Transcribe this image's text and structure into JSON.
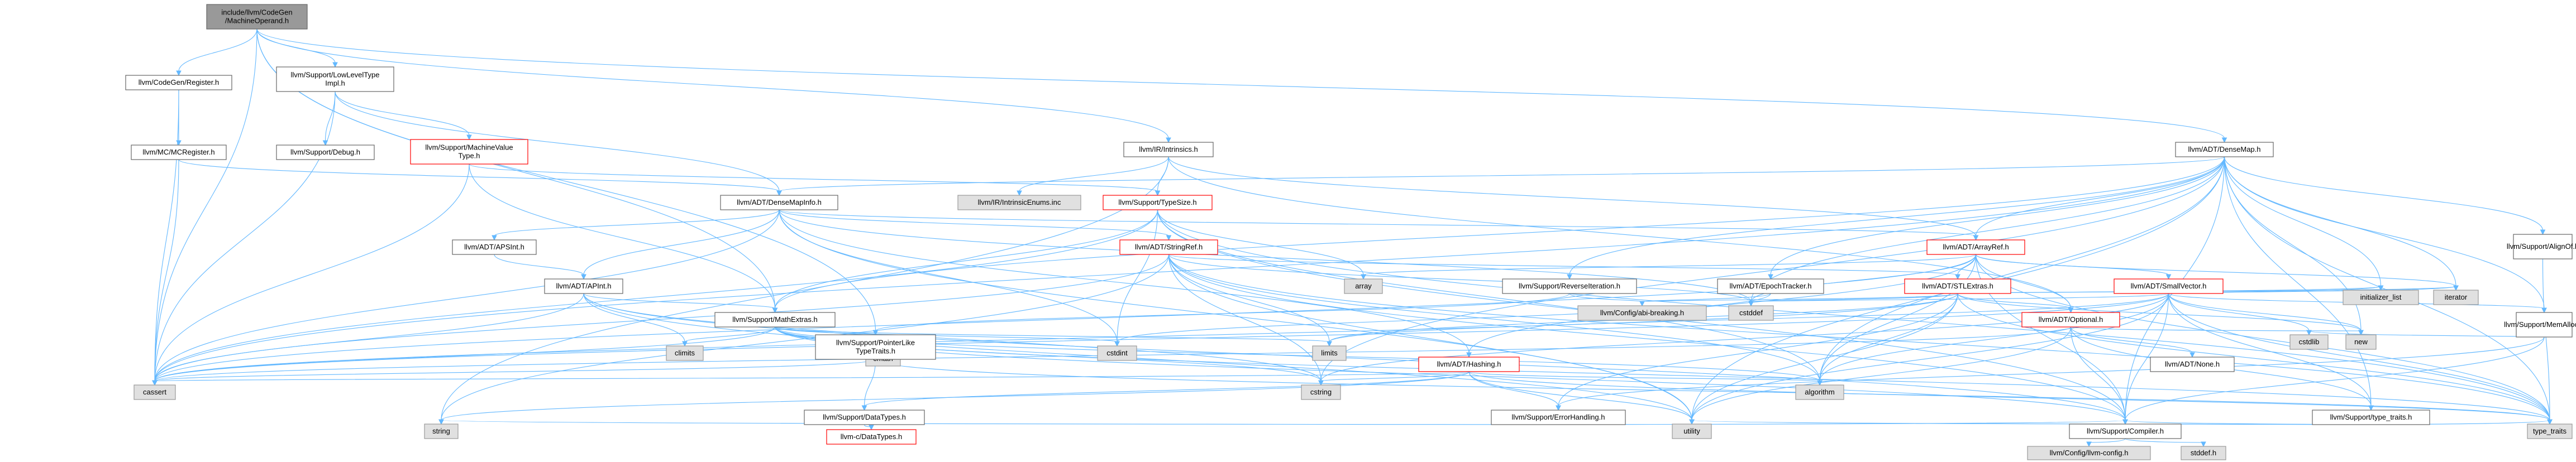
{
  "colors": {
    "root_fill": "#999999",
    "root_stroke": "#666666",
    "normal_fill": "#ffffff",
    "normal_stroke": "#666666",
    "truncated_fill": "#ffffff",
    "truncated_stroke": "#ff0000",
    "system_fill": "#e0e0e0",
    "system_stroke": "#999999",
    "edge": "#63b8ff"
  },
  "nodes": [
    {
      "id": "root",
      "kind": "root",
      "lines": [
        "include/llvm/CodeGen",
        "/MachineOperand.h"
      ]
    },
    {
      "id": "codegenreg",
      "kind": "normal",
      "lines": [
        "llvm/CodeGen/Register.h"
      ]
    },
    {
      "id": "lowlevel",
      "kind": "normal",
      "lines": [
        "llvm/Support/LowLevelType",
        "Impl.h"
      ]
    },
    {
      "id": "intrinsics",
      "kind": "normal",
      "lines": [
        "llvm/IR/Intrinsics.h"
      ]
    },
    {
      "id": "densemap",
      "kind": "normal",
      "lines": [
        "llvm/ADT/DenseMap.h"
      ]
    },
    {
      "id": "mcreg",
      "kind": "normal",
      "lines": [
        "llvm/MC/MCRegister.h"
      ]
    },
    {
      "id": "debug",
      "kind": "normal",
      "lines": [
        "llvm/Support/Debug.h"
      ]
    },
    {
      "id": "mvt",
      "kind": "truncated",
      "lines": [
        "llvm/Support/MachineValue",
        "Type.h"
      ]
    },
    {
      "id": "densemapinfo",
      "kind": "normal",
      "lines": [
        "llvm/ADT/DenseMapInfo.h"
      ]
    },
    {
      "id": "intrinsicsenums",
      "kind": "system",
      "lines": [
        "llvm/IR/IntrinsicEnums.inc"
      ]
    },
    {
      "id": "typesize",
      "kind": "truncated",
      "lines": [
        "llvm/Support/TypeSize.h"
      ]
    },
    {
      "id": "alignof",
      "kind": "normal",
      "lines": [
        "llvm/Support/AlignOf.h"
      ]
    },
    {
      "id": "apsint",
      "kind": "normal",
      "lines": [
        "llvm/ADT/APSInt.h"
      ]
    },
    {
      "id": "stringref",
      "kind": "truncated",
      "lines": [
        "llvm/ADT/StringRef.h"
      ]
    },
    {
      "id": "arrayref",
      "kind": "truncated",
      "lines": [
        "llvm/ADT/ArrayRef.h"
      ]
    },
    {
      "id": "apint",
      "kind": "normal",
      "lines": [
        "llvm/ADT/APInt.h"
      ]
    },
    {
      "id": "array",
      "kind": "system",
      "lines": [
        "array"
      ]
    },
    {
      "id": "reviter",
      "kind": "normal",
      "lines": [
        "llvm/Support/ReverseIteration.h"
      ]
    },
    {
      "id": "epoch",
      "kind": "normal",
      "lines": [
        "llvm/ADT/EpochTracker.h"
      ]
    },
    {
      "id": "stlextras",
      "kind": "truncated",
      "lines": [
        "llvm/ADT/STLExtras.h"
      ]
    },
    {
      "id": "smallvector",
      "kind": "truncated",
      "lines": [
        "llvm/ADT/SmallVector.h"
      ]
    },
    {
      "id": "initlist",
      "kind": "system",
      "lines": [
        "initializer_list"
      ]
    },
    {
      "id": "iterator",
      "kind": "system",
      "lines": [
        "iterator"
      ]
    },
    {
      "id": "cstddef",
      "kind": "system",
      "lines": [
        "cstddef"
      ]
    },
    {
      "id": "abibreak",
      "kind": "system",
      "lines": [
        "llvm/Config/abi-breaking.h"
      ]
    },
    {
      "id": "mathextras",
      "kind": "normal",
      "lines": [
        "llvm/Support/MathExtras.h"
      ]
    },
    {
      "id": "optional",
      "kind": "truncated",
      "lines": [
        "llvm/ADT/Optional.h"
      ]
    },
    {
      "id": "memalloc",
      "kind": "normal",
      "lines": [
        "llvm/Support/MemAlloc.h"
      ]
    },
    {
      "id": "new",
      "kind": "system",
      "lines": [
        "new"
      ]
    },
    {
      "id": "cstdlib",
      "kind": "system",
      "lines": [
        "cstdlib"
      ]
    },
    {
      "id": "climits",
      "kind": "system",
      "lines": [
        "climits"
      ]
    },
    {
      "id": "cmath",
      "kind": "system",
      "lines": [
        "cmath"
      ]
    },
    {
      "id": "cstdint",
      "kind": "system",
      "lines": [
        "cstdint"
      ]
    },
    {
      "id": "limits",
      "kind": "system",
      "lines": [
        "limits"
      ]
    },
    {
      "id": "ptrlike",
      "kind": "normal",
      "lines": [
        "llvm/Support/PointerLike",
        "TypeTraits.h"
      ]
    },
    {
      "id": "hashing",
      "kind": "truncated",
      "lines": [
        "llvm/ADT/Hashing.h"
      ]
    },
    {
      "id": "nonetype",
      "kind": "normal",
      "lines": [
        "llvm/ADT/None.h"
      ]
    },
    {
      "id": "cassert",
      "kind": "system",
      "lines": [
        "cassert"
      ]
    },
    {
      "id": "datatypes",
      "kind": "normal",
      "lines": [
        "llvm/Support/DataTypes.h"
      ]
    },
    {
      "id": "cstring",
      "kind": "system",
      "lines": [
        "cstring"
      ]
    },
    {
      "id": "algorithm",
      "kind": "system",
      "lines": [
        "algorithm"
      ]
    },
    {
      "id": "errorhandling",
      "kind": "normal",
      "lines": [
        "llvm/Support/ErrorHandling.h"
      ]
    },
    {
      "id": "typetraits_llvm",
      "kind": "normal",
      "lines": [
        "llvm/Support/type_traits.h"
      ]
    },
    {
      "id": "cdatatypes",
      "kind": "truncated",
      "lines": [
        "llvm-c/DataTypes.h"
      ]
    },
    {
      "id": "string",
      "kind": "system",
      "lines": [
        "string"
      ]
    },
    {
      "id": "utility",
      "kind": "system",
      "lines": [
        "utility"
      ]
    },
    {
      "id": "compiler",
      "kind": "normal",
      "lines": [
        "llvm/Support/Compiler.h"
      ]
    },
    {
      "id": "type_traits",
      "kind": "system",
      "lines": [
        "type_traits"
      ]
    },
    {
      "id": "llvmconfig",
      "kind": "system",
      "lines": [
        "llvm/Config/llvm-config.h"
      ]
    },
    {
      "id": "stddef",
      "kind": "system",
      "lines": [
        "stddef.h"
      ]
    }
  ],
  "edges": [
    [
      "root",
      "codegenreg"
    ],
    [
      "root",
      "lowlevel"
    ],
    [
      "root",
      "intrinsics"
    ],
    [
      "root",
      "densemap"
    ],
    [
      "root",
      "cassert"
    ],
    [
      "root",
      "ptrlike"
    ],
    [
      "root",
      "mathextras"
    ],
    [
      "codegenreg",
      "mcreg"
    ],
    [
      "codegenreg",
      "cassert"
    ],
    [
      "lowlevel",
      "debug"
    ],
    [
      "lowlevel",
      "mvt"
    ],
    [
      "lowlevel",
      "cassert"
    ],
    [
      "lowlevel",
      "densemapinfo"
    ],
    [
      "mcreg",
      "densemapinfo"
    ],
    [
      "mcreg",
      "cassert"
    ],
    [
      "mvt",
      "cassert"
    ],
    [
      "mvt",
      "mathextras"
    ],
    [
      "mvt",
      "typesize"
    ],
    [
      "intrinsics",
      "intrinsicsenums"
    ],
    [
      "intrinsics",
      "typesize"
    ],
    [
      "intrinsics",
      "string"
    ],
    [
      "intrinsics",
      "arrayref"
    ],
    [
      "intrinsics",
      "optional"
    ],
    [
      "densemap",
      "densemapinfo"
    ],
    [
      "densemap",
      "arrayref"
    ],
    [
      "densemap",
      "epoch"
    ],
    [
      "densemap",
      "alignof"
    ],
    [
      "densemap",
      "compiler"
    ],
    [
      "densemap",
      "mathextras"
    ],
    [
      "densemap",
      "memalloc"
    ],
    [
      "densemap",
      "reviter"
    ],
    [
      "densemap",
      "typetraits_llvm"
    ],
    [
      "densemap",
      "algorithm"
    ],
    [
      "densemap",
      "cassert"
    ],
    [
      "densemap",
      "cstddef"
    ],
    [
      "densemap",
      "cstring"
    ],
    [
      "densemap",
      "initlist"
    ],
    [
      "densemap",
      "iterator"
    ],
    [
      "densemap",
      "new"
    ],
    [
      "densemap",
      "type_traits"
    ],
    [
      "densemap",
      "utility"
    ],
    [
      "densemapinfo",
      "apint"
    ],
    [
      "densemapinfo",
      "apsint"
    ],
    [
      "densemapinfo",
      "hashing"
    ],
    [
      "densemapinfo",
      "stringref"
    ],
    [
      "densemapinfo",
      "cassert"
    ],
    [
      "densemapinfo",
      "cstddef"
    ],
    [
      "densemapinfo",
      "cstdint"
    ],
    [
      "densemapinfo",
      "utility"
    ],
    [
      "densemapinfo",
      "arrayref"
    ],
    [
      "typesize",
      "mathextras"
    ],
    [
      "typesize",
      "compiler"
    ],
    [
      "typesize",
      "algorithm"
    ],
    [
      "typesize",
      "array"
    ],
    [
      "typesize",
      "cassert"
    ],
    [
      "typesize",
      "cstdint"
    ],
    [
      "typesize",
      "type_traits"
    ],
    [
      "alignof",
      "type_traits"
    ],
    [
      "apsint",
      "apint"
    ],
    [
      "apint",
      "mathextras"
    ],
    [
      "apint",
      "compiler"
    ],
    [
      "apint",
      "cassert"
    ],
    [
      "apint",
      "climits"
    ],
    [
      "apint",
      "cstring"
    ],
    [
      "apint",
      "utility"
    ],
    [
      "stringref",
      "stlextras"
    ],
    [
      "stringref",
      "compiler"
    ],
    [
      "stringref",
      "algorithm"
    ],
    [
      "stringref",
      "cassert"
    ],
    [
      "stringref",
      "cstddef"
    ],
    [
      "stringref",
      "cstring"
    ],
    [
      "stringref",
      "limits"
    ],
    [
      "stringref",
      "string"
    ],
    [
      "stringref",
      "type_traits"
    ],
    [
      "stringref",
      "utility"
    ],
    [
      "arrayref",
      "hashing"
    ],
    [
      "arrayref",
      "smallvector"
    ],
    [
      "arrayref",
      "stlextras"
    ],
    [
      "arrayref",
      "compiler"
    ],
    [
      "arrayref",
      "algorithm"
    ],
    [
      "arrayref",
      "array"
    ],
    [
      "arrayref",
      "cassert"
    ],
    [
      "arrayref",
      "cstddef"
    ],
    [
      "arrayref",
      "initializer_list"
    ],
    [
      "arrayref",
      "iterator"
    ],
    [
      "arrayref",
      "memory"
    ],
    [
      "arrayref",
      "type_traits"
    ],
    [
      "arrayref",
      "vector"
    ],
    [
      "arrayref",
      "optional"
    ],
    [
      "reviter",
      "abibreak"
    ],
    [
      "reviter",
      "ptrlike"
    ],
    [
      "epoch",
      "abibreak"
    ],
    [
      "epoch",
      "cstdint"
    ],
    [
      "stlextras",
      "optional"
    ],
    [
      "stlextras",
      "abibreak"
    ],
    [
      "stlextras",
      "errorhandling"
    ],
    [
      "stlextras",
      "cassert"
    ],
    [
      "stlextras",
      "iterator"
    ],
    [
      "stlextras",
      "initlist"
    ],
    [
      "stlextras",
      "limits"
    ],
    [
      "stlextras",
      "new"
    ],
    [
      "stlextras",
      "type_traits"
    ],
    [
      "stlextras",
      "utility"
    ],
    [
      "stlextras",
      "algorithm"
    ],
    [
      "stlextras",
      "cstddef"
    ],
    [
      "smallvector",
      "compiler"
    ],
    [
      "smallvector",
      "memalloc"
    ],
    [
      "smallvector",
      "typetraits_llvm"
    ],
    [
      "smallvector",
      "algorithm"
    ],
    [
      "smallvector",
      "cassert"
    ],
    [
      "smallvector",
      "cstddef"
    ],
    [
      "smallvector",
      "cstdlib"
    ],
    [
      "smallvector",
      "cstring"
    ],
    [
      "smallvector",
      "functional"
    ],
    [
      "smallvector",
      "initlist"
    ],
    [
      "smallvector",
      "iterator"
    ],
    [
      "smallvector",
      "limits"
    ],
    [
      "smallvector",
      "new"
    ],
    [
      "smallvector",
      "type_traits"
    ],
    [
      "smallvector",
      "utility"
    ],
    [
      "mathextras",
      "compiler"
    ],
    [
      "mathextras",
      "cassert"
    ],
    [
      "mathextras",
      "climits"
    ],
    [
      "mathextras",
      "cmath"
    ],
    [
      "mathextras",
      "cstdint"
    ],
    [
      "mathextras",
      "cstring"
    ],
    [
      "mathextras",
      "limits"
    ],
    [
      "mathextras",
      "type_traits"
    ],
    [
      "mathextras",
      "algorithm"
    ],
    [
      "optional",
      "nonetype"
    ],
    [
      "optional",
      "compiler"
    ],
    [
      "optional",
      "typetraits_llvm"
    ],
    [
      "optional",
      "cassert"
    ],
    [
      "optional",
      "new"
    ],
    [
      "optional",
      "utility"
    ],
    [
      "memalloc",
      "compiler"
    ],
    [
      "memalloc",
      "errorhandling"
    ],
    [
      "memalloc",
      "cstdlib"
    ],
    [
      "ptrlike",
      "datatypes"
    ],
    [
      "ptrlike",
      "cassert"
    ],
    [
      "ptrlike",
      "type_traits"
    ],
    [
      "hashing",
      "errorhandling"
    ],
    [
      "hashing",
      "datatypes"
    ],
    [
      "hashing",
      "algorithm"
    ],
    [
      "hashing",
      "cassert"
    ],
    [
      "hashing",
      "cstring"
    ],
    [
      "hashing",
      "string"
    ],
    [
      "hashing",
      "tuple"
    ],
    [
      "hashing",
      "utility"
    ],
    [
      "hashing",
      "type_traits"
    ],
    [
      "errorhandling",
      "compiler"
    ],
    [
      "errorhandling",
      "string"
    ],
    [
      "typetraits_llvm",
      "type_traits"
    ],
    [
      "typetraits_llvm",
      "utility"
    ],
    [
      "typetraits_llvm",
      "compiler"
    ],
    [
      "datatypes",
      "cdatatypes"
    ],
    [
      "compiler",
      "llvmconfig"
    ],
    [
      "compiler",
      "stddef"
    ]
  ]
}
